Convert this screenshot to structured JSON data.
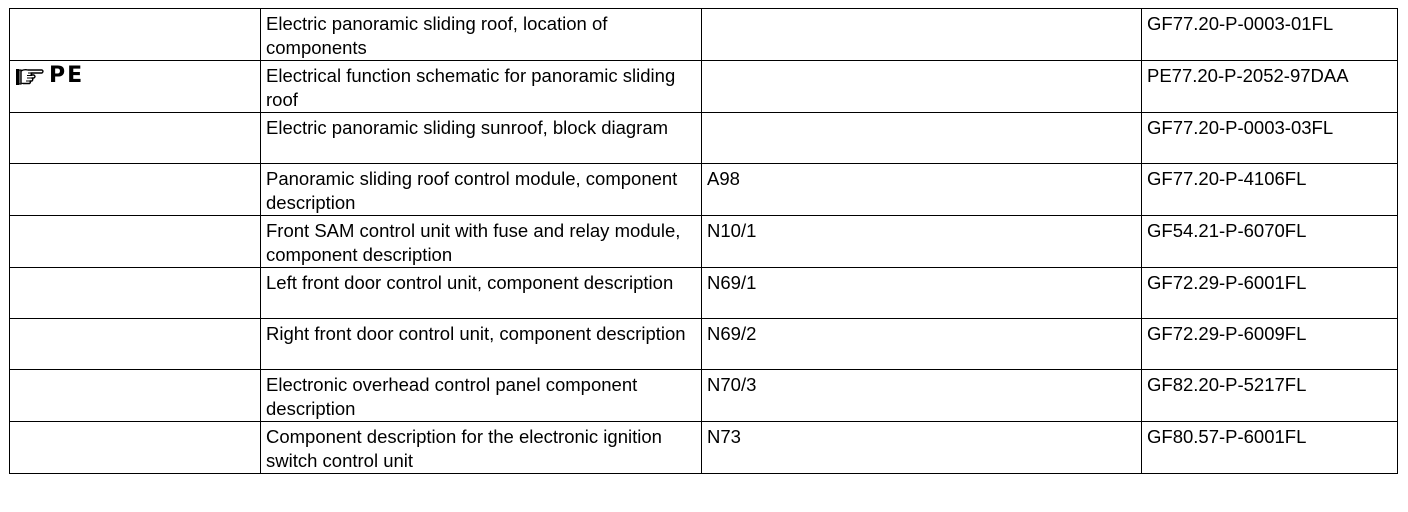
{
  "table": {
    "rows": [
      {
        "marker": "",
        "description": "Electric panoramic sliding roof, location of components",
        "code": "",
        "reference": "GF77.20-P-0003-01FL"
      },
      {
        "marker": "PE",
        "marker_icon": "pointing-hand-icon",
        "description": "Electrical function schematic for panoramic sliding roof",
        "code": "",
        "reference": "PE77.20-P-2052-97DAA"
      },
      {
        "marker": "",
        "description": "Electric panoramic sliding sunroof, block diagram",
        "code": "",
        "reference": "GF77.20-P-0003-03FL"
      },
      {
        "marker": "",
        "description": "Panoramic sliding roof control module, component description",
        "code": "A98",
        "reference": "GF77.20-P-4106FL"
      },
      {
        "marker": "",
        "description": "Front SAM control unit with fuse and relay module, component description",
        "code": "N10/1",
        "reference": "GF54.21-P-6070FL"
      },
      {
        "marker": "",
        "description": "Left front door control unit, component description",
        "code": "N69/1",
        "reference": "GF72.29-P-6001FL"
      },
      {
        "marker": "",
        "description": "Right front door control unit, component description",
        "code": "N69/2",
        "reference": "GF72.29-P-6009FL"
      },
      {
        "marker": "",
        "description": "Electronic overhead control panel component description",
        "code": "N70/3",
        "reference": "GF82.20-P-5217FL"
      },
      {
        "marker": "",
        "description": "Component description for the electronic ignition switch control unit",
        "code": "N73",
        "reference": "GF80.57-P-6001FL"
      }
    ]
  }
}
